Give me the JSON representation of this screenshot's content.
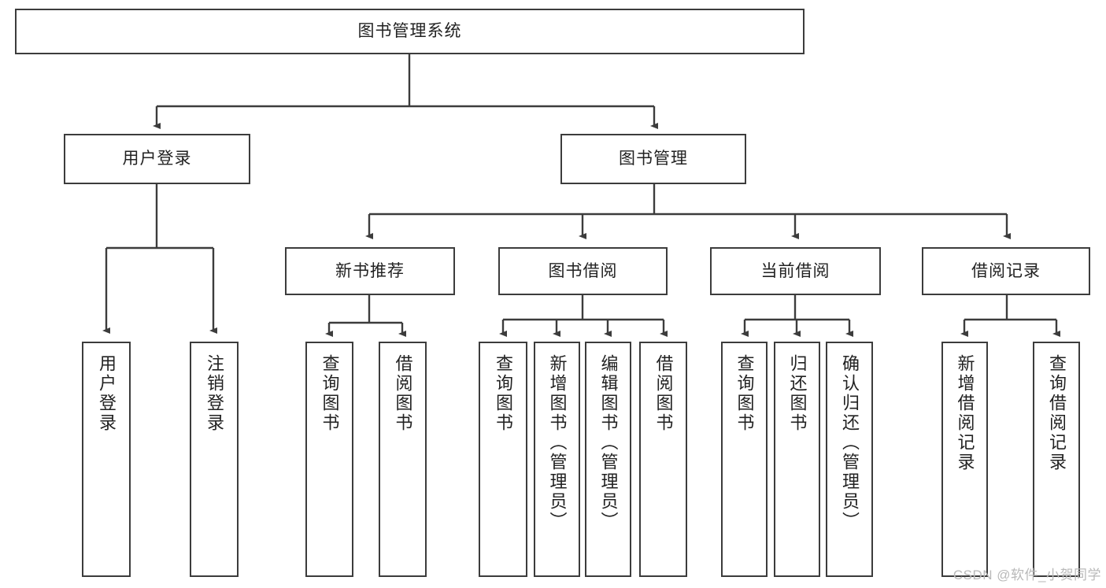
{
  "diagram": {
    "type": "tree",
    "title": "图书管理系统",
    "style": {
      "box_border": "#3c3c3c",
      "box_fill": "#ffffff",
      "line": "#3c3c3c",
      "text": "#222222",
      "background": "#ffffff"
    },
    "levels": {
      "root": {
        "label": "图书管理系统"
      },
      "level2": [
        {
          "label": "用户登录"
        },
        {
          "label": "图书管理"
        }
      ],
      "level3": [
        {
          "label": "新书推荐"
        },
        {
          "label": "图书借阅"
        },
        {
          "label": "当前借阅"
        },
        {
          "label": "借阅记录"
        }
      ]
    },
    "leaves": {
      "user_login": [
        {
          "label": "用户登录"
        },
        {
          "label": "注销登录"
        }
      ],
      "new_book_recommend": [
        {
          "label": "查询图书"
        },
        {
          "label": "借阅图书"
        }
      ],
      "book_borrow": [
        {
          "label": "查询图书"
        },
        {
          "label": "新增图书（管理员）"
        },
        {
          "label": "编辑图书（管理员）"
        },
        {
          "label": "借阅图书"
        }
      ],
      "current_borrow": [
        {
          "label": "查询图书"
        },
        {
          "label": "归还图书"
        },
        {
          "label": "确认归还（管理员）"
        }
      ],
      "borrow_record": [
        {
          "label": "新增借阅记录"
        },
        {
          "label": "查询借阅记录"
        }
      ]
    }
  },
  "watermark": {
    "text": "CSDN @软件_小贺同学"
  }
}
